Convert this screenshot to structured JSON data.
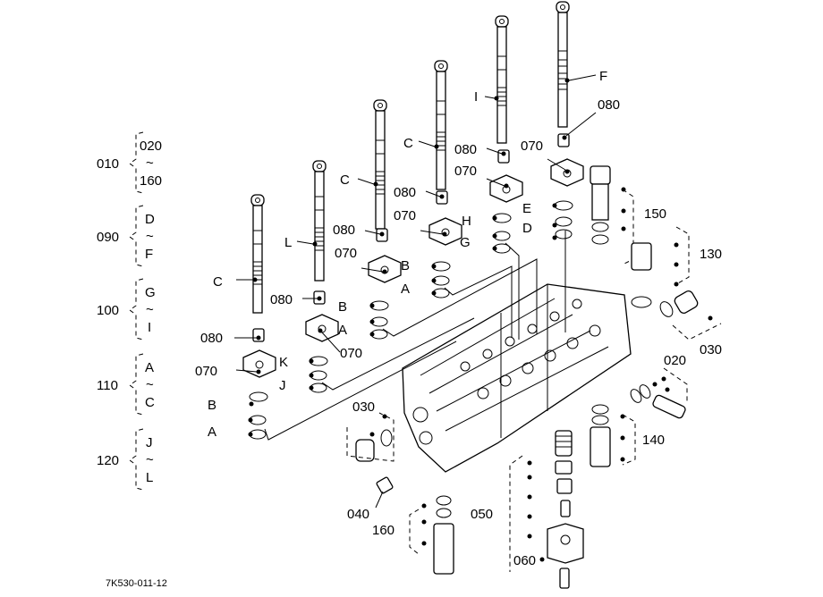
{
  "groups": [
    {
      "code": "010",
      "from": "020",
      "sep": "~",
      "to": "160"
    },
    {
      "code": "090",
      "from": "D",
      "sep": "~",
      "to": "F"
    },
    {
      "code": "100",
      "from": "G",
      "sep": "~",
      "to": "I"
    },
    {
      "code": "110",
      "from": "A",
      "sep": "~",
      "to": "C"
    },
    {
      "code": "120",
      "from": "J",
      "sep": "~",
      "to": "L"
    }
  ],
  "callouts": {
    "c1": "C",
    "l2": "L",
    "c3": "C",
    "c4": "C",
    "i5": "I",
    "f6": "F",
    "p080a": "080",
    "p080b": "080",
    "p080c": "080",
    "p080d": "080",
    "p080e": "080",
    "p080f": "080",
    "p070a": "070",
    "p070b": "070",
    "p070c": "070",
    "p070d": "070",
    "p070e": "070",
    "p070f": "070",
    "ka": "K",
    "ja": "J",
    "b1": "B",
    "a1": "A",
    "b2": "B",
    "a2": "A",
    "b3": "B",
    "a3": "A",
    "h": "H",
    "g": "G",
    "e": "E",
    "d": "D",
    "p150": "150",
    "p130": "130",
    "p030a": "030",
    "p030b": "030",
    "p020": "020",
    "p140": "140",
    "p040": "040",
    "p050": "050",
    "p160": "160",
    "p060": "060"
  },
  "drawing_id": "7K530-011-12"
}
